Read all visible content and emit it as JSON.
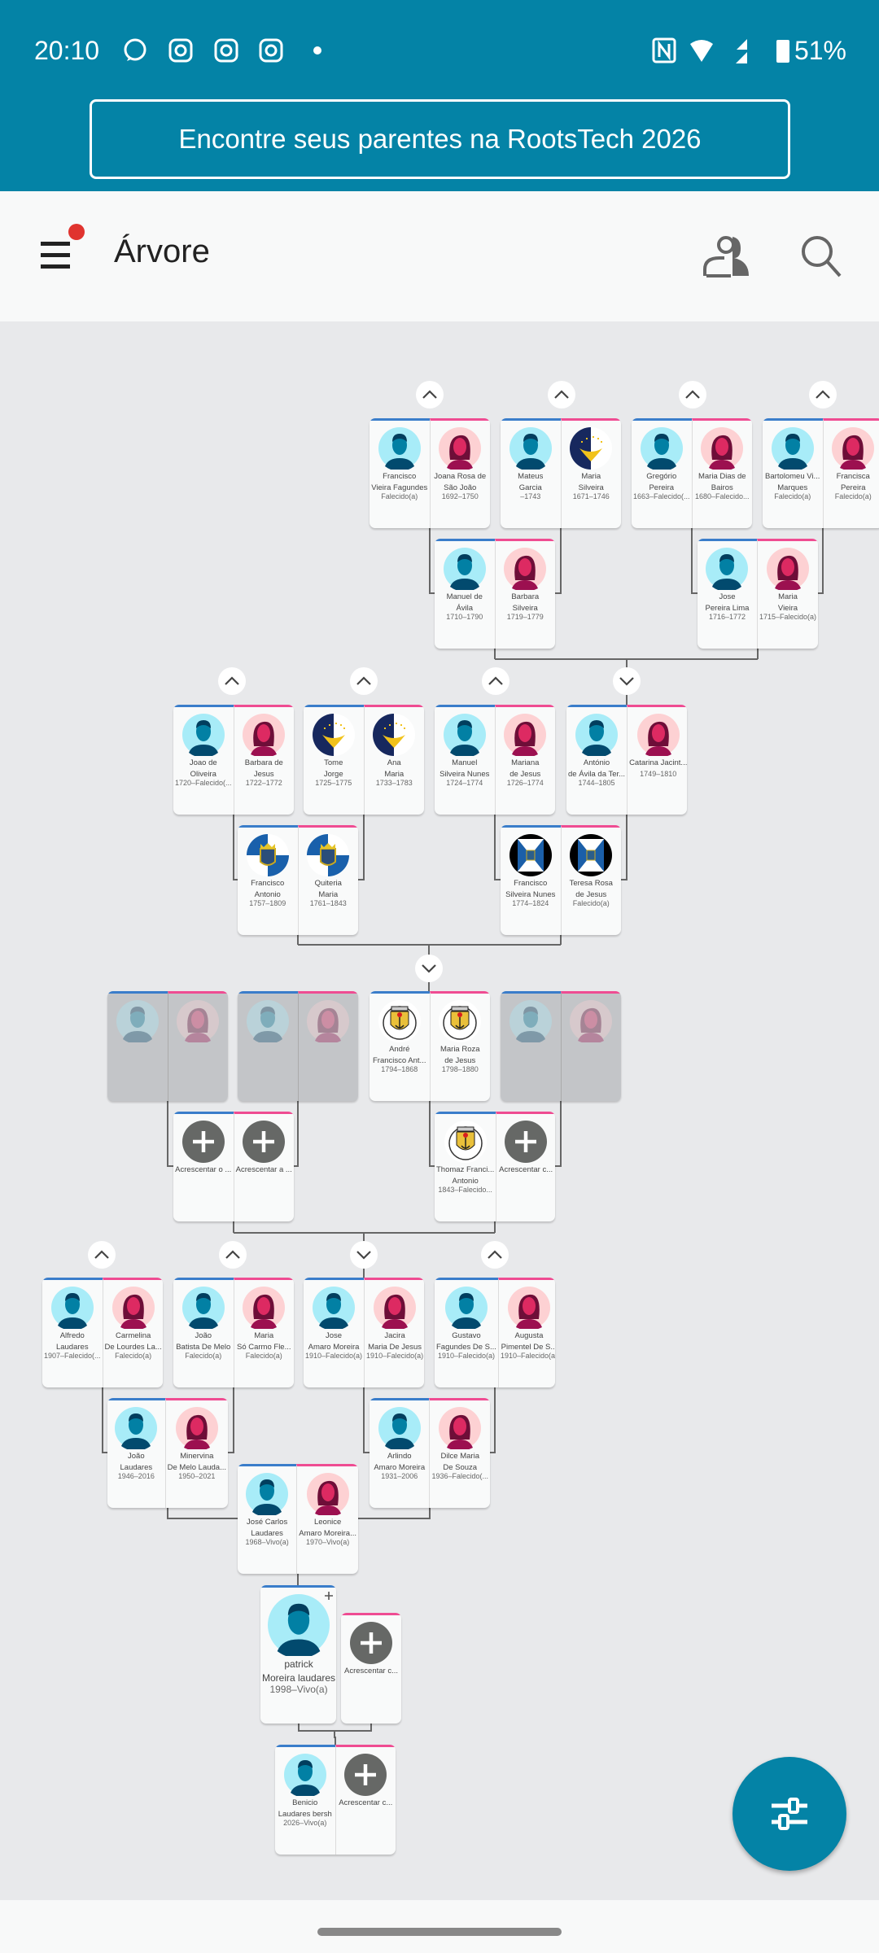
{
  "status_bar": {
    "time": "20:10",
    "battery": "51%",
    "icons": [
      "whatsapp-icon",
      "instagram-icon",
      "instagram-icon",
      "instagram-icon",
      "dot-icon",
      "nfc-icon",
      "wifi-icon",
      "signal-icon",
      "battery-icon"
    ]
  },
  "banner": {
    "label": "Encontre seus parentes na RootsTech 2026"
  },
  "header": {
    "title": "Árvore",
    "menu_icon": "menu-icon",
    "people_icon": "people-icon",
    "search_icon": "search-icon"
  },
  "colors": {
    "brand": "#0483a6",
    "male": "#3a7dca",
    "female": "#ef4c92",
    "notification": "#e0342f"
  },
  "tree": {
    "couples": [
      {
        "left": {
          "avatar": "male",
          "lines": [
            "Francisco",
            "Vieira Fagundes",
            "Falecido(a)"
          ]
        },
        "right": {
          "avatar": "female",
          "lines": [
            "Joana Rosa de",
            "São João",
            "1692–1750"
          ]
        }
      },
      {
        "left": {
          "avatar": "male",
          "lines": [
            "Mateus",
            "Garcia",
            "–1743"
          ]
        },
        "right": {
          "avatar": "azores",
          "lines": [
            "Maria",
            "Silveira",
            "1671–1746"
          ]
        }
      },
      {
        "left": {
          "avatar": "male",
          "lines": [
            "Gregório",
            "Pereira",
            "1663–Falecido(..."
          ]
        },
        "right": {
          "avatar": "female",
          "lines": [
            "Maria Dias de",
            "Bairos",
            "1680–Falecido..."
          ]
        }
      },
      {
        "left": {
          "avatar": "male",
          "lines": [
            "Bartolomeu Vi...",
            "Marques",
            "Falecido(a)"
          ]
        },
        "right": {
          "avatar": "female",
          "lines": [
            "Francisca",
            "Pereira",
            "Falecido(a)"
          ]
        }
      },
      {
        "left": {
          "avatar": "male",
          "lines": [
            "Manuel de",
            "Ávila",
            "1710–1790"
          ]
        },
        "right": {
          "avatar": "female",
          "lines": [
            "Barbara",
            "Silveira",
            "1719–1779"
          ]
        }
      },
      {
        "left": {
          "avatar": "male",
          "lines": [
            "Jose",
            "Pereira Lima",
            "1716–1772"
          ]
        },
        "right": {
          "avatar": "female",
          "lines": [
            "Maria",
            "Vieira",
            "1715–Falecido(a)"
          ]
        }
      },
      {
        "left": {
          "avatar": "male",
          "lines": [
            "Joao de",
            "Oliveira",
            "1720–Falecido(..."
          ]
        },
        "right": {
          "avatar": "female",
          "lines": [
            "Barbara de",
            "Jesus",
            "1722–1772"
          ]
        }
      },
      {
        "left": {
          "avatar": "azores",
          "lines": [
            "Tome",
            "Jorge",
            "1725–1775"
          ]
        },
        "right": {
          "avatar": "azores",
          "lines": [
            "Ana",
            "Maria",
            "1733–1783"
          ]
        }
      },
      {
        "left": {
          "avatar": "male",
          "lines": [
            "Manuel",
            "Silveira Nunes",
            "1724–1774"
          ]
        },
        "right": {
          "avatar": "female",
          "lines": [
            "Mariana",
            "de Jesus",
            "1726–1774"
          ]
        }
      },
      {
        "left": {
          "avatar": "male",
          "lines": [
            "António",
            "de Ávila da Ter...",
            "1744–1805"
          ]
        },
        "right": {
          "avatar": "female",
          "lines": [
            "Catarina Jacint...",
            "",
            "1749–1810"
          ]
        }
      },
      {
        "left": {
          "avatar": "shield-blue",
          "lines": [
            "Francisco",
            "Antonio",
            "1757–1809"
          ]
        },
        "right": {
          "avatar": "shield-blue",
          "lines": [
            "Quiteria",
            "Maria",
            "1761–1843"
          ]
        }
      },
      {
        "left": {
          "avatar": "flag-bw",
          "lines": [
            "Francisco",
            "Silveira Nunes",
            "1774–1824"
          ]
        },
        "right": {
          "avatar": "flag-bw",
          "lines": [
            "Teresa Rosa",
            "de Jesus",
            "Falecido(a)"
          ]
        }
      },
      {
        "unknown": true,
        "left": {
          "avatar": "male",
          "lines": []
        },
        "right": {
          "avatar": "female",
          "lines": []
        }
      },
      {
        "unknown": true,
        "left": {
          "avatar": "male",
          "lines": []
        },
        "right": {
          "avatar": "female",
          "lines": []
        }
      },
      {
        "left": {
          "avatar": "shield-gold",
          "lines": [
            "André",
            "Francisco Ant...",
            "1794–1868"
          ]
        },
        "right": {
          "avatar": "shield-gold",
          "lines": [
            "Maria Roza",
            "de Jesus",
            "1798–1880"
          ]
        }
      },
      {
        "unknown": true,
        "left": {
          "avatar": "male",
          "lines": []
        },
        "right": {
          "avatar": "female",
          "lines": []
        }
      },
      {
        "left": {
          "avatar": "add",
          "lines": [
            "Acrescentar o ..."
          ]
        },
        "right": {
          "avatar": "add",
          "lines": [
            "Acrescentar a ..."
          ]
        }
      },
      {
        "left": {
          "avatar": "shield-gold",
          "lines": [
            "Thomaz Franci...",
            "Antonio",
            "1843–Falecido..."
          ]
        },
        "right": {
          "avatar": "add",
          "lines": [
            "Acrescentar c..."
          ]
        }
      },
      {
        "left": {
          "avatar": "male",
          "lines": [
            "Alfredo",
            "Laudares",
            "1907–Falecido(..."
          ]
        },
        "right": {
          "avatar": "female",
          "lines": [
            "Carmelina",
            "De Lourdes La...",
            "Falecido(a)"
          ]
        }
      },
      {
        "left": {
          "avatar": "male",
          "lines": [
            "João",
            "Batista De Melo",
            "Falecido(a)"
          ]
        },
        "right": {
          "avatar": "female",
          "lines": [
            "Maria",
            "Só Carmo Fle...",
            "Falecido(a)"
          ]
        }
      },
      {
        "left": {
          "avatar": "male",
          "lines": [
            "Jose",
            "Amaro Moreira",
            "1910–Falecido(a)"
          ]
        },
        "right": {
          "avatar": "female",
          "lines": [
            "Jacira",
            "Maria De Jesus",
            "1910–Falecido(a)"
          ]
        }
      },
      {
        "left": {
          "avatar": "male",
          "lines": [
            "Gustavo",
            "Fagundes De S...",
            "1910–Falecido(a)"
          ]
        },
        "right": {
          "avatar": "female",
          "lines": [
            "Augusta",
            "Pimentel De S...",
            "1910–Falecido(a)"
          ]
        }
      },
      {
        "left": {
          "avatar": "male",
          "lines": [
            "João",
            "Laudares",
            "1946–2016"
          ]
        },
        "right": {
          "avatar": "female",
          "lines": [
            "Minervina",
            "De Melo Lauda...",
            "1950–2021"
          ]
        }
      },
      {
        "left": {
          "avatar": "male",
          "lines": [
            "Arlindo",
            "Amaro Moreira",
            "1931–2006"
          ]
        },
        "right": {
          "avatar": "female",
          "lines": [
            "Dilce Maria",
            "De Souza",
            "1936–Falecido(..."
          ]
        }
      },
      {
        "left": {
          "avatar": "male",
          "lines": [
            "José Carlos",
            "Laudares",
            "1968–Vivo(a)"
          ]
        },
        "right": {
          "avatar": "female",
          "lines": [
            "Leonice",
            "Amaro Moreira...",
            "1970–Vivo(a)"
          ]
        }
      },
      {
        "left": {
          "avatar": "male",
          "lines": [
            "Benicio",
            "Laudares bersh",
            "2026–Vivo(a)"
          ]
        },
        "right": {
          "avatar": "add",
          "lines": [
            "Acrescentar c..."
          ]
        }
      }
    ],
    "focus_person": {
      "avatar": "male",
      "lines": [
        "patrick",
        "Moreira laudares",
        "1998–Vivo(a)"
      ],
      "add_icon": "plus-icon"
    },
    "focus_spouse": {
      "avatar": "add",
      "lines": [
        "Acrescentar c..."
      ]
    }
  },
  "fab": {
    "icon": "filter-sliders-icon"
  }
}
